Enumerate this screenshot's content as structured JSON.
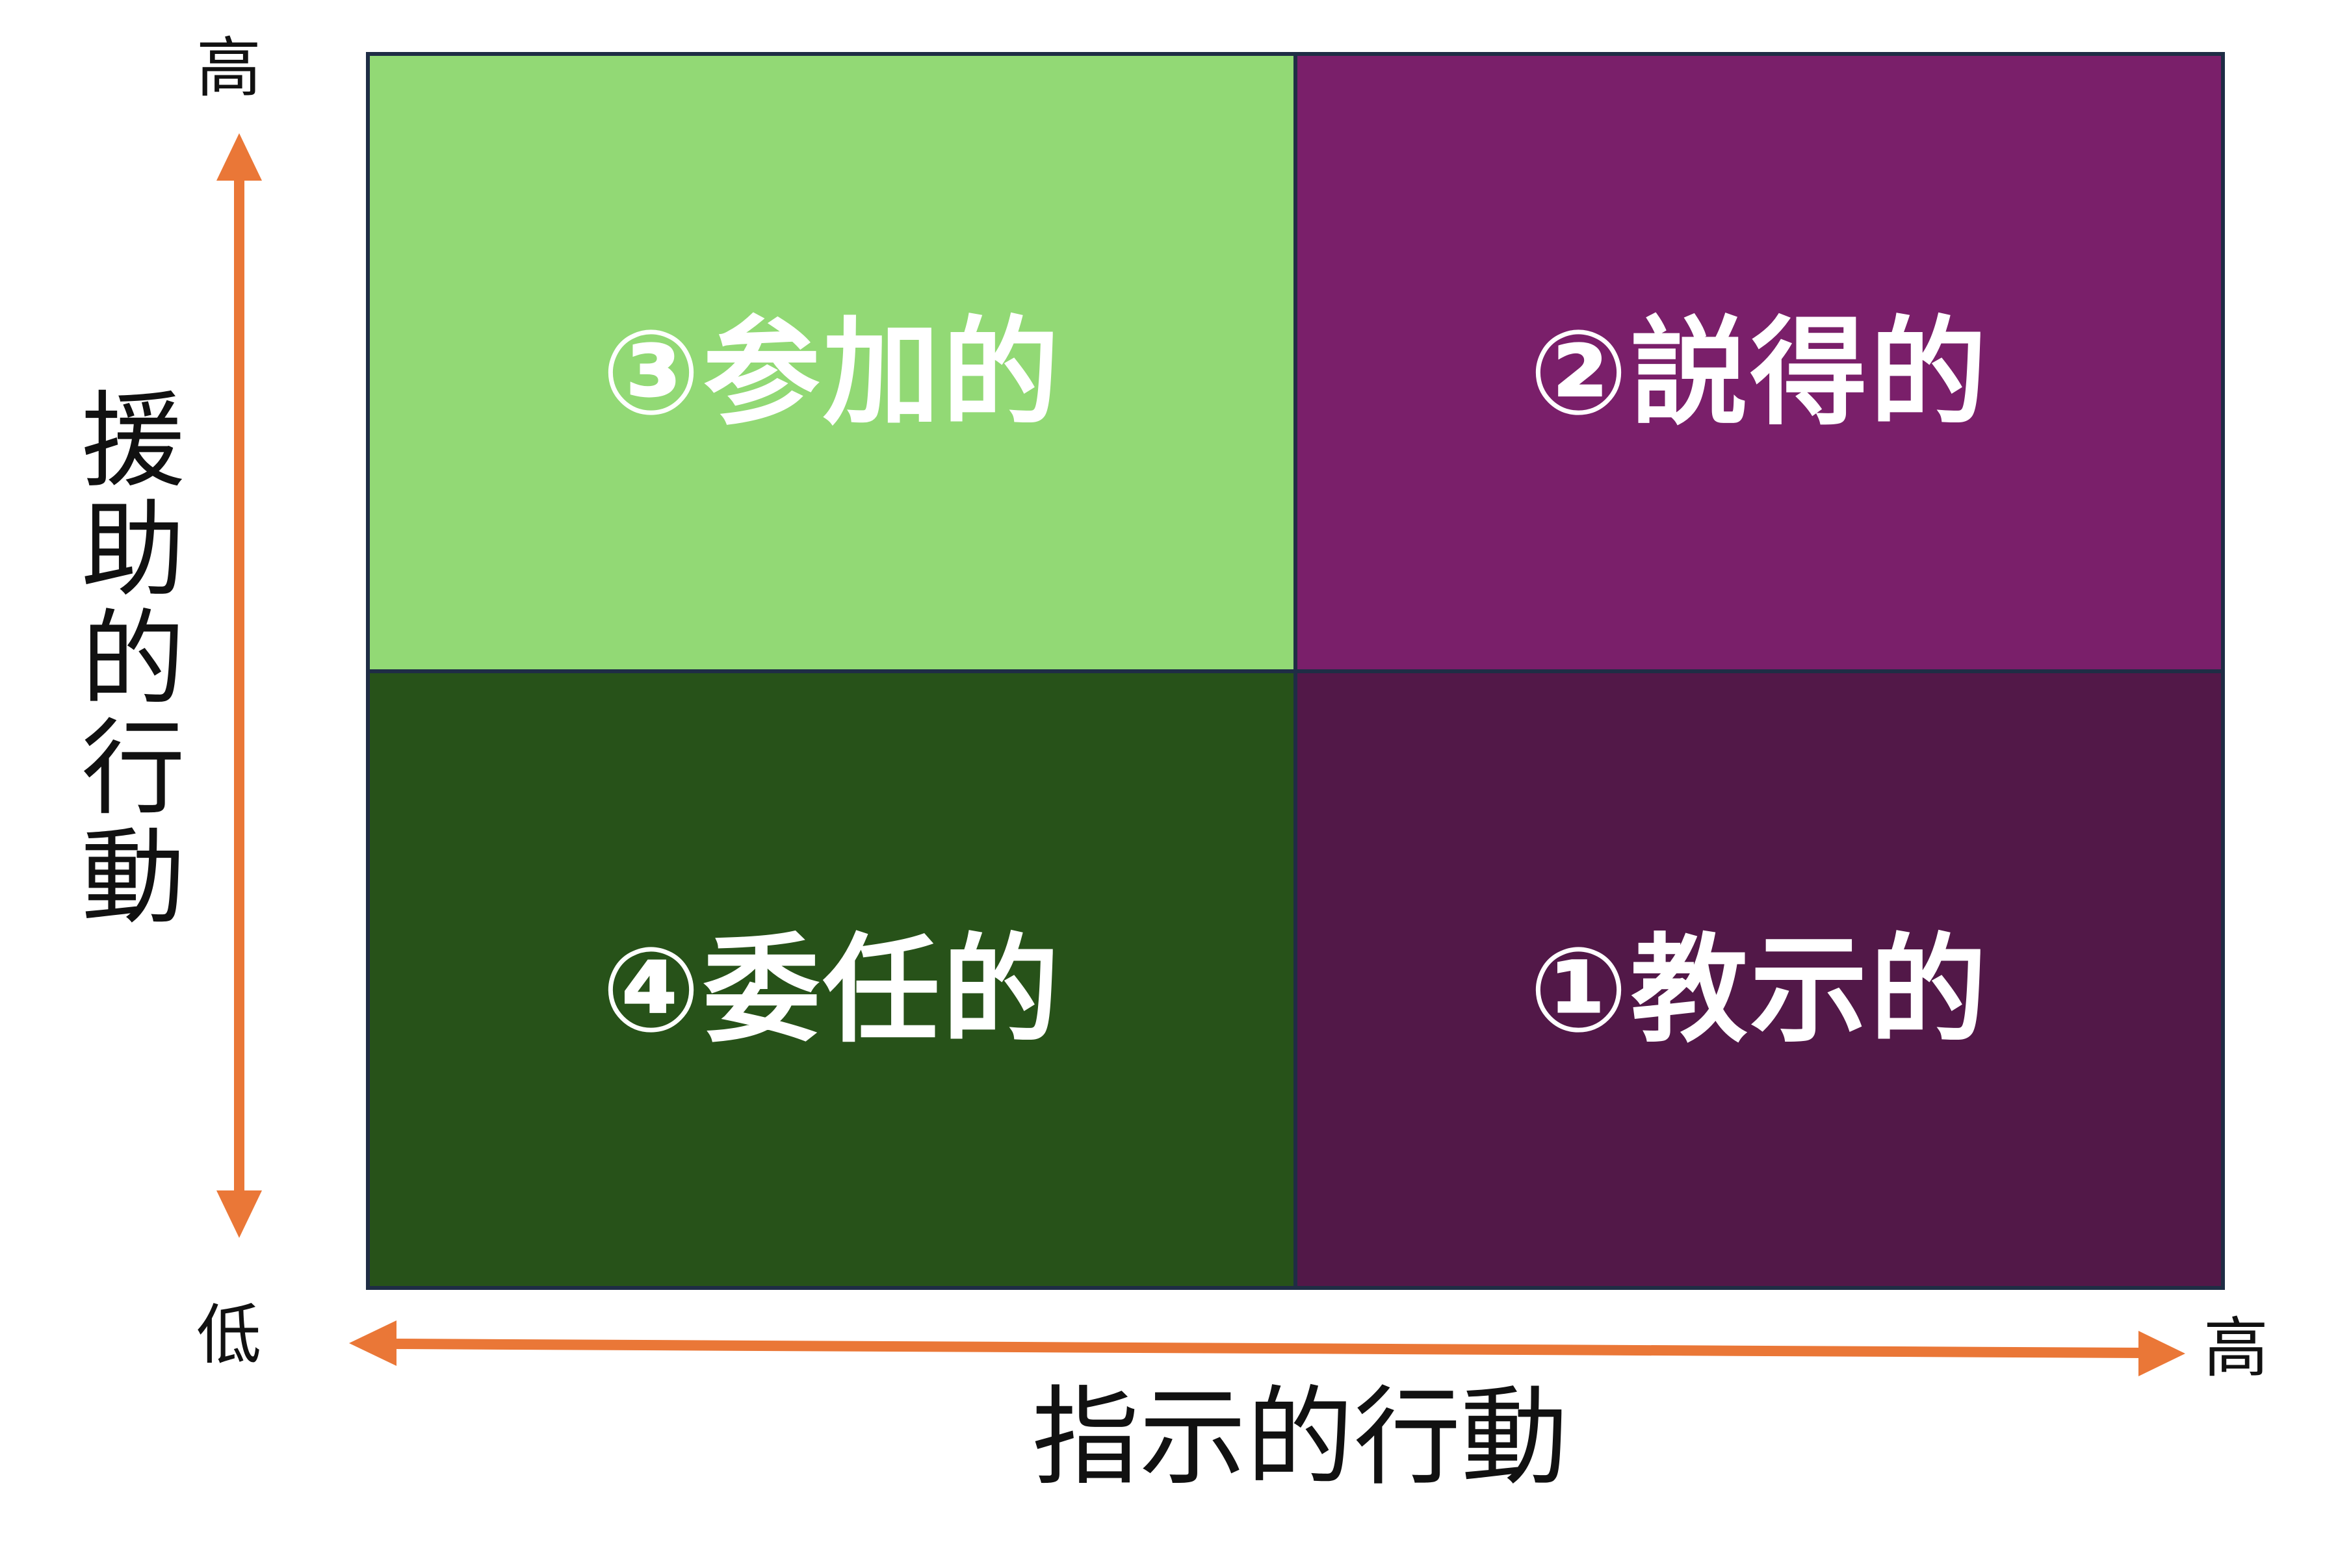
{
  "quadrants": {
    "top_left": {
      "label": "③参加的",
      "color": "#92d975"
    },
    "top_right": {
      "label": "②説得的",
      "color": "#7a1f6a"
    },
    "bottom_left": {
      "label": "④委任的",
      "color": "#275219"
    },
    "bottom_right": {
      "label": "①教示的",
      "color": "#521848"
    }
  },
  "y_axis": {
    "title": "援助的行動",
    "high": "高",
    "low": "低"
  },
  "x_axis": {
    "title": "指示的行動",
    "high": "高"
  },
  "colors": {
    "arrow": "#ea7737",
    "border": "#1f2d45"
  }
}
